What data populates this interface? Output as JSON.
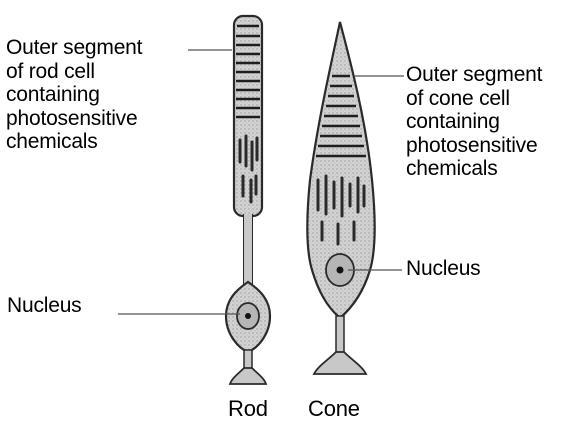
{
  "labels": {
    "rod_outer_segment": "Outer segment\nof rod cell\ncontaining\nphotosensitive\nchemicals",
    "cone_outer_segment": "Outer segment\nof cone cell\ncontaining\nphotosensitive\nchemicals",
    "rod_nucleus": "Nucleus",
    "cone_nucleus": "Nucleus"
  },
  "captions": {
    "rod": "Rod",
    "cone": "Cone"
  },
  "colors": {
    "cell_fill": "#cfcfcf",
    "cell_outline": "#2a2a2a",
    "disc_bands": "#1e1e1e",
    "leader_lines": "#555555",
    "nucleus_fill": "#b5b5b5"
  }
}
